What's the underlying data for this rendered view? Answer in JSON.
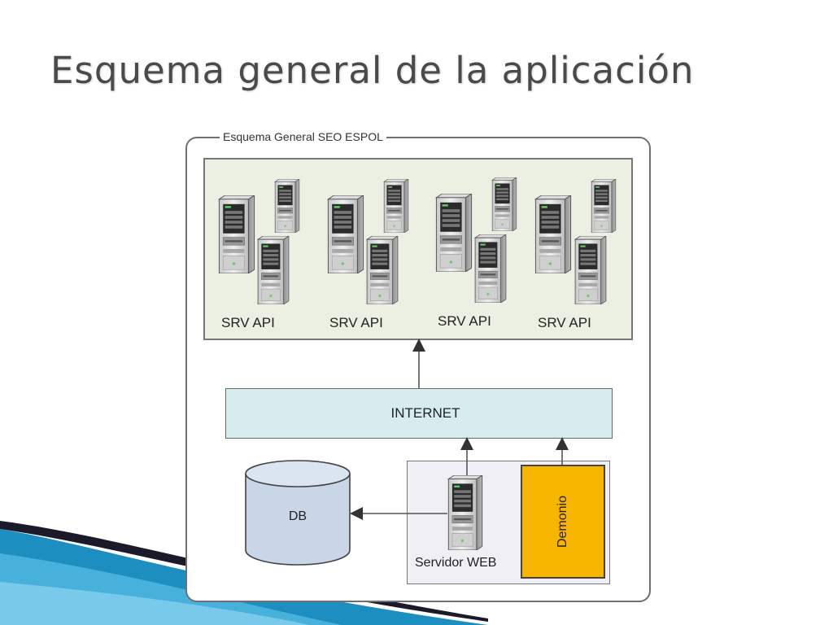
{
  "slide": {
    "title": "Esquema general de la aplicación"
  },
  "diagram": {
    "frame_label": "Esquema General SEO ESPOL",
    "server_groups": [
      {
        "label": "SRV API"
      },
      {
        "label": "SRV API"
      },
      {
        "label": "SRV API"
      },
      {
        "label": "SRV API"
      }
    ],
    "internet_label": "INTERNET",
    "db_label": "DB",
    "web_server_label": "Servidor WEB",
    "daemon_label": "Demonio"
  },
  "colors": {
    "server_panel": "#ecf0e3",
    "internet": "#d6ecef",
    "db": "#c9d6e8",
    "web_panel": "#f0eff5",
    "daemon": "#f7b500",
    "swoosh_blue": "#1c8fc0",
    "swoosh_dark": "#1a1a2a"
  },
  "icons": {
    "server": "server-tower-icon",
    "database": "database-cylinder-icon",
    "arrow": "arrow-up-icon"
  }
}
